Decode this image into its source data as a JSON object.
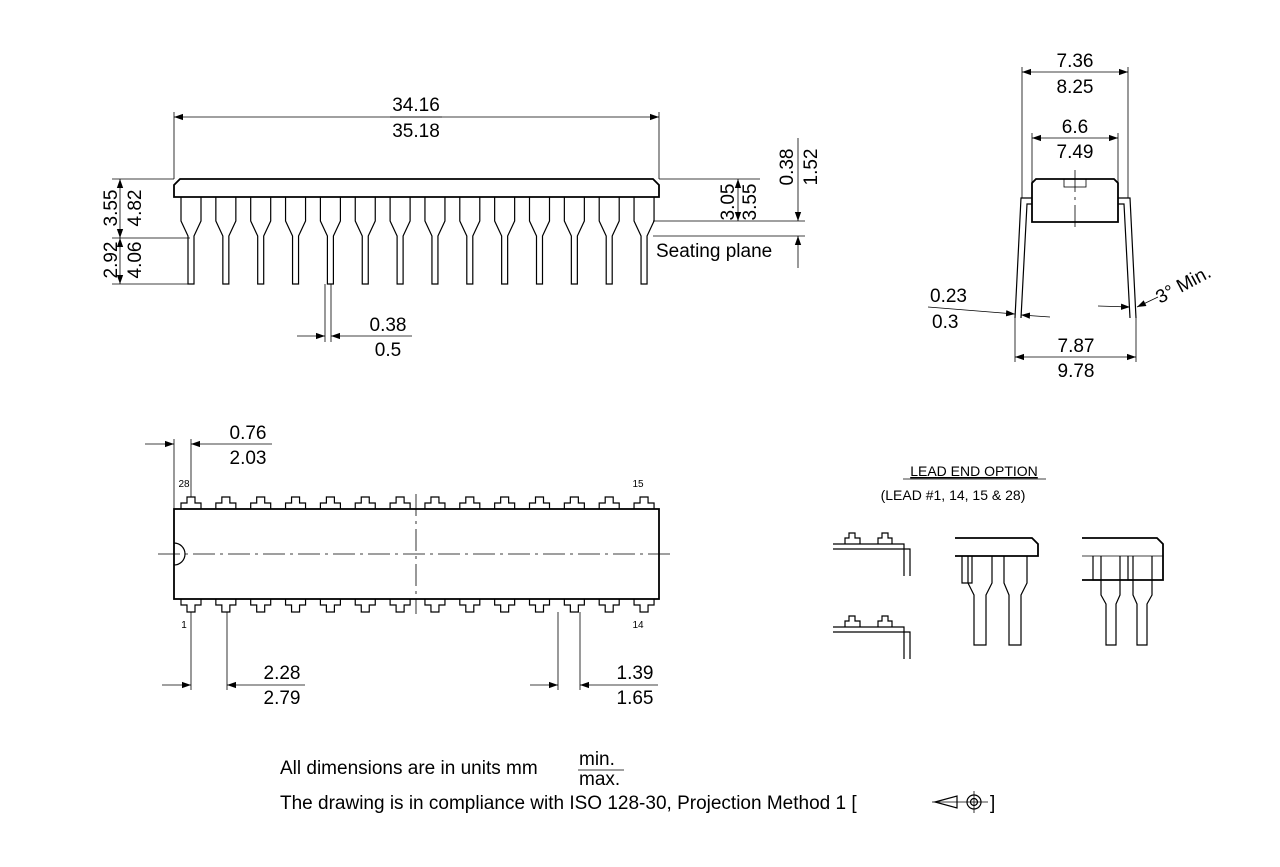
{
  "side_view": {
    "length_min": "34.16",
    "length_max": "35.18",
    "body_height_min": "3.55",
    "body_height_max": "4.82",
    "lead_length_min": "2.92",
    "lead_length_max": "4.06",
    "standoff_min": "3.05",
    "standoff_max": "3.55",
    "base_clearance_min": "0.38",
    "base_clearance_max": "1.52",
    "lead_width_min": "0.38",
    "lead_width_max": "0.5",
    "seating_plane_label": "Seating plane"
  },
  "end_view": {
    "row_spacing_min": "7.36",
    "row_spacing_max": "8.25",
    "body_width_min": "6.6",
    "body_width_max": "7.49",
    "lead_thickness_min": "0.23",
    "lead_thickness_max": "0.3",
    "overall_width_min": "7.87",
    "overall_width_max": "9.78",
    "angle_label": "3° Min."
  },
  "top_view": {
    "end_offset_min": "0.76",
    "end_offset_max": "2.03",
    "pitch_min": "2.28",
    "pitch_max": "2.79",
    "shoulder_width_min": "1.39",
    "shoulder_width_max": "1.65",
    "pin_labels": {
      "pin_28": "28",
      "pin_15": "15",
      "pin_1": "1",
      "pin_14": "14"
    },
    "pin_count_per_side": 14
  },
  "lead_end_option": {
    "title": "LEAD END OPTION",
    "subtitle": "(LEAD #1, 14, 15 & 28)"
  },
  "notes": {
    "line1": "All dimensions are in units mm",
    "fraction_top": "min.",
    "fraction_bottom": "max.",
    "line2_prefix": "The drawing is in compliance with ISO 128-30, Projection Method 1 [",
    "line2_suffix": "]"
  }
}
